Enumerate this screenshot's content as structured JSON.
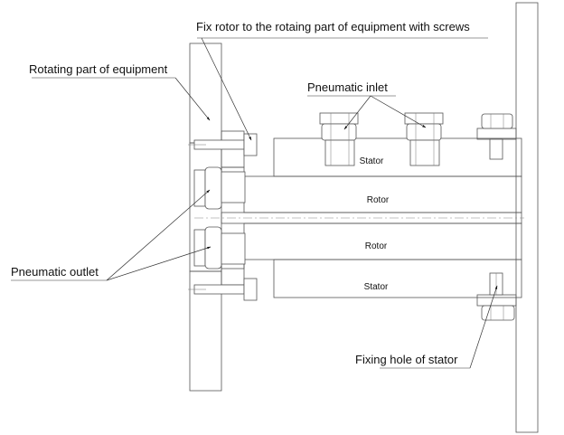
{
  "diagram": {
    "title": "Rotary union installation diagram",
    "callouts": {
      "fix_rotor": "Fix rotor to the rotaing part of equipment with screws",
      "rotating_part": "Rotating part of equipment",
      "pneumatic_inlet": "Pneumatic inlet",
      "pneumatic_outlet": "Pneumatic outlet",
      "fixing_hole": "Fixing hole of stator"
    },
    "parts": {
      "stator_top": "Stator",
      "rotor_top": "Rotor",
      "rotor_bottom": "Rotor",
      "stator_bottom": "Stator"
    },
    "colors": {
      "line": "#555555",
      "text": "#111111",
      "background": "#ffffff"
    }
  }
}
